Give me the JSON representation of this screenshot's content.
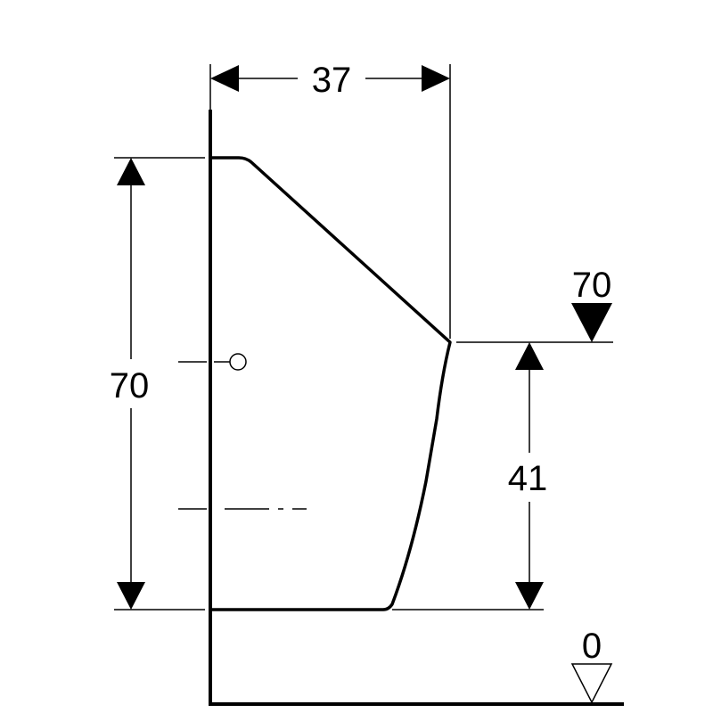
{
  "dimensions": {
    "width_label": "37",
    "height_label": "70",
    "rim_height_label": "41",
    "level_top_label": "70",
    "level_floor_label": "0"
  }
}
